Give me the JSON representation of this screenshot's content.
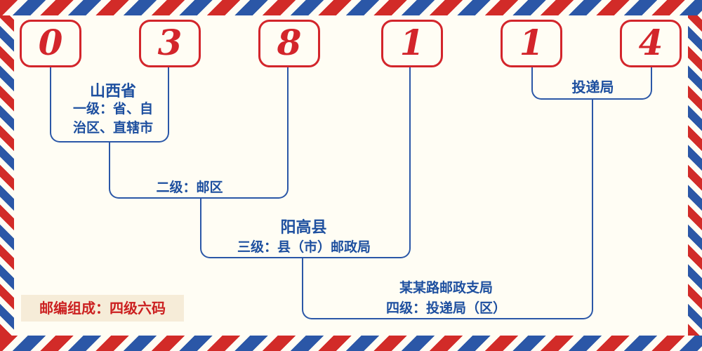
{
  "postal_code": {
    "digits": [
      "0",
      "3",
      "8",
      "1",
      "1",
      "4"
    ]
  },
  "annotations": {
    "province": "山西省",
    "level1_line1": "一级：省、自",
    "level1_line2": "治区、直辖市",
    "level2": "二级：邮区",
    "county": "阳高县",
    "level3": "三级：县（市）邮政局",
    "branch": "某某路邮政支局",
    "level4": "四级：投递局（区）",
    "delivery_office": "投递局",
    "note": "邮编组成：四级六码"
  },
  "colors": {
    "digit_red": "#d3252b",
    "label_blue": "#1d4f9f",
    "line_blue": "#2b57a7",
    "note_red": "#cb2020",
    "note_background": "#f6ecd8",
    "background": "#fffdf4",
    "stripe_red": "#d22b28",
    "stripe_blue": "#2b57a7"
  }
}
